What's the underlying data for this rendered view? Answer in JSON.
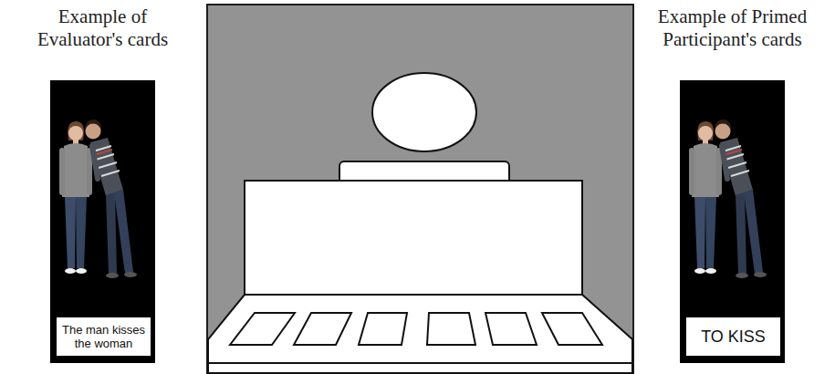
{
  "diagram": {
    "nodes": [
      {
        "text": [
          "Example of Evaluator's cards",
          "The man kisses the woman"
        ]
      },
      {
        "text": [
          "Example of Primed Participant's cards",
          "TO KISS"
        ]
      }
    ]
  }
}
